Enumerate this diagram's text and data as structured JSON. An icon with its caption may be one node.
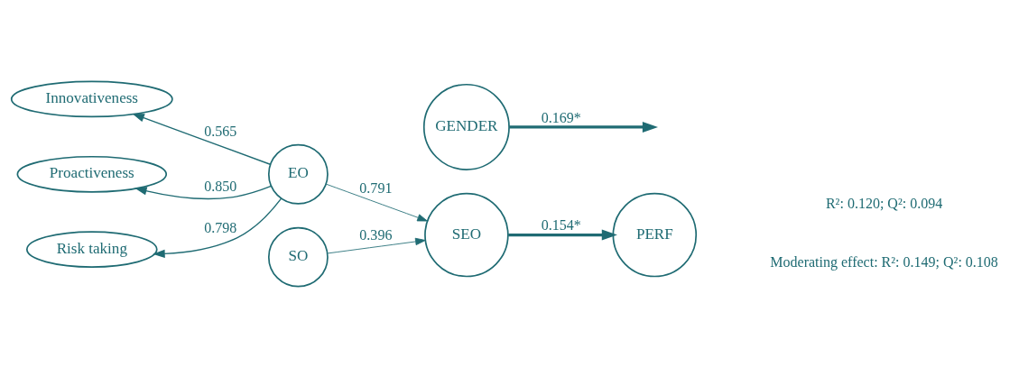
{
  "diagram": {
    "nodes": [
      {
        "text": [
          "Innovativeness"
        ]
      },
      {
        "text": [
          "Proactiveness"
        ]
      },
      {
        "text": [
          "Risk taking"
        ]
      },
      {
        "text": [
          "EO"
        ]
      },
      {
        "text": [
          "SO"
        ]
      },
      {
        "text": [
          "SEO"
        ]
      },
      {
        "text": [
          "GENDER"
        ]
      },
      {
        "text": [
          "PERF"
        ],
        "beside": [
          "R²: 0.120; Q²: 0.094",
          "Moderating effect: R²: 0.149; Q²: 0.108"
        ]
      }
    ],
    "edges": [
      {
        "from": 3,
        "to": 0,
        "arrow": "to",
        "label": "0.565"
      },
      {
        "from": 3,
        "to": 1,
        "arrow": "to",
        "label": "0.850"
      },
      {
        "from": 3,
        "to": 2,
        "arrow": "to",
        "label": "0.798"
      },
      {
        "from": 3,
        "to": 5,
        "arrow": "to",
        "label": "0.791"
      },
      {
        "from": 4,
        "to": 5,
        "arrow": "to",
        "label": "0.396"
      },
      {
        "from": 5,
        "to": 7,
        "arrow": "to",
        "label": "0.154*",
        "style": "thick"
      },
      {
        "from": 6,
        "to": null,
        "arrow": "to",
        "label": "0.169*",
        "style": "thick"
      }
    ]
  }
}
